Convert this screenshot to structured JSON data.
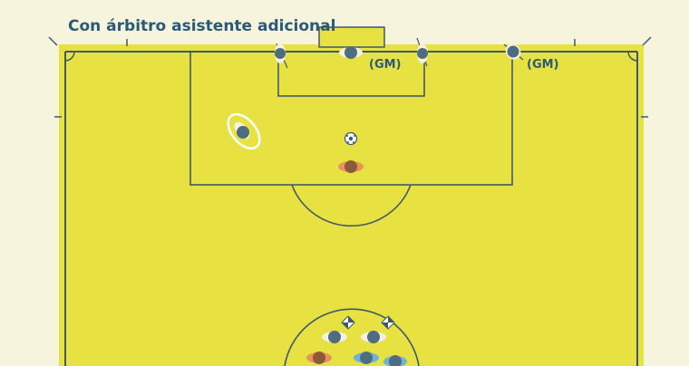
{
  "title": "Con árbitro asistente adicional",
  "goalkeeper_labels": [
    "(GM)",
    "(GM)"
  ],
  "colors": {
    "background": "#f6f4dd",
    "pitch": "#e7e142",
    "pitch_edge": "#cfc83a",
    "lines": "#3e5a6a",
    "label": "#2b5a78",
    "referee": "#4f6d80",
    "assistant_flag_referee": "#4f6d80",
    "player_orange": "#e8935c",
    "player_blue": "#6fb3d6",
    "halo": "#ffffff"
  },
  "icons": [
    "referee-icon",
    "assistant-referee-icon",
    "player-icon",
    "ball-icon",
    "flag-icon"
  ]
}
